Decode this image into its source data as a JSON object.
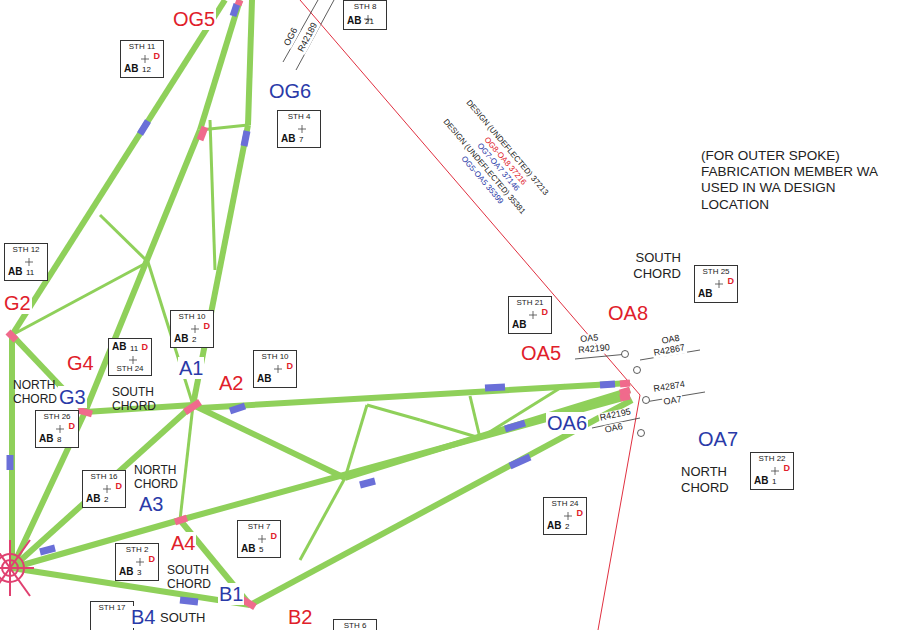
{
  "diagram": {
    "nodes": [
      {
        "text": [
          "STH 11",
          "AB",
          "12",
          "D"
        ]
      },
      {
        "text": [
          "STH 8",
          "AB",
          "21"
        ]
      },
      {
        "text": [
          "STH 4",
          "AB",
          "7"
        ]
      },
      {
        "text": [
          "STH 12",
          "AB",
          "11"
        ]
      },
      {
        "text": [
          "STH 10",
          "AB",
          "2",
          "D"
        ]
      },
      {
        "text": [
          "AB",
          "11",
          "STH 24",
          "D"
        ]
      },
      {
        "text": [
          "STH 10",
          "D",
          "AB"
        ]
      },
      {
        "text": [
          "STH 26",
          "AB",
          "8",
          "D"
        ]
      },
      {
        "text": [
          "STH 16",
          "AB",
          "2",
          "D"
        ]
      },
      {
        "text": [
          "STH 2",
          "AB",
          "3",
          "D"
        ]
      },
      {
        "text": [
          "STH 7",
          "AB",
          "5",
          "D"
        ]
      },
      {
        "text": [
          "STH 17"
        ]
      },
      {
        "text": [
          "STH 6"
        ]
      },
      {
        "text": [
          "STH 21",
          "AB",
          "D"
        ]
      },
      {
        "text": [
          "STH 25",
          "D",
          "AB"
        ]
      },
      {
        "text": [
          "STH 24",
          "D",
          "AB",
          "2"
        ]
      },
      {
        "text": [
          "STH 22",
          "D",
          "AB",
          "1"
        ]
      }
    ],
    "labels": [
      "OG5",
      "OG6",
      "G2",
      "G4",
      "NORTH CHORD",
      "G3",
      "SOUTH CHORD",
      "A1",
      "A2",
      "NORTH CHORD",
      "A3",
      "A4",
      "SOUTH CHORD",
      "B1",
      "B4",
      "SOUTH",
      "B2",
      "OA5",
      "OA8",
      "OA6",
      "OA7",
      "NORTH CHORD",
      "SOUTH CHORD",
      "(FOR OUTER SPOKE) FABRICATION MEMBER WA USED IN WA DESIGN LOCATION",
      "OG6",
      "R42189",
      "OA5",
      "R42190",
      "OA8",
      "R42867",
      "R42874",
      "OA7",
      "R42195",
      "OA6",
      "DESIGN (UNDEFLECTED) 37213",
      "OG8-OA8 37216",
      "OG7-OA7 37146",
      "DESIGN (UNDEFLECTED) 35381",
      "OG5-OA5 35399"
    ]
  }
}
